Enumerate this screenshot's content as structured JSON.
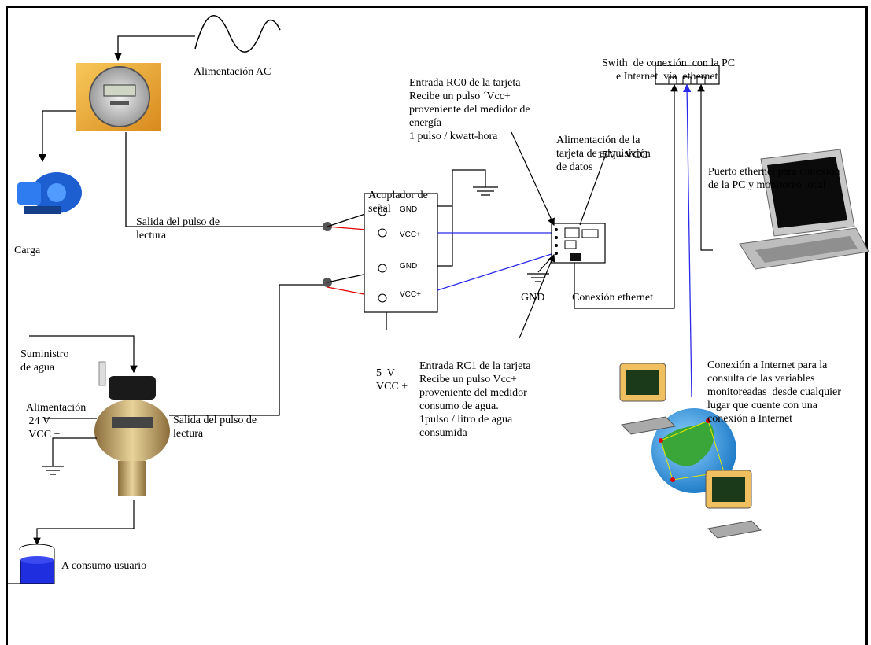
{
  "labels": {
    "ac_power": "Alimentación AC",
    "load": "Carga",
    "meter_pulse_output": [
      "Salida del pulso de",
      "lectura"
    ],
    "coupler_title": [
      "Acoplador de",
      "señal"
    ],
    "pin_gnd_1": "GND",
    "pin_vcc_1": "VCC+",
    "pin_gnd_2": "GND",
    "pin_vcc_2": "VCC+",
    "coupler_power": [
      "5  V",
      "VCC +"
    ],
    "rc0_input": [
      "Entrada RC0 de la tarjeta",
      "Recibe un pulso ´Vcc+",
      "proveniente del medidor de",
      "energía",
      "1 pulso / kwatt-hora"
    ],
    "board_power": [
      "Alimentación de la",
      "tarjeta de adquisición",
      "de datos"
    ],
    "board_voltage": "15V - VCC",
    "board_gnd": "GND",
    "ethernet_connection": "Conexión ethernet",
    "rc1_input": [
      "Entrada RC1 de la tarjeta",
      "Recibe un pulso Vcc+",
      "proveniente del medidor",
      "consumo de agua.",
      "1pulso / litro de agua",
      "consumida"
    ],
    "switch_label": [
      "Swith  de conexión  con la PC",
      "e Internet  vía  ethernet"
    ],
    "ethernet_port": [
      "Puerto ethernet para conexión",
      "de la PC y monitoreo local"
    ],
    "water_supply": [
      "Suministro",
      "de agua"
    ],
    "water_meter_power": [
      "Alimentación",
      " 24 V",
      " VCC +"
    ],
    "water_pulse_output": [
      "Salida del pulso de",
      "lectura"
    ],
    "user_consumption": "A consumo usuario",
    "internet_connection": [
      "Conexión a Internet para la",
      "consulta de las variables",
      "monitoreadas  desde cualquier",
      "lugar que cuente con una",
      "conexión a Internet"
    ]
  },
  "colors": {
    "signal_red": "#e00000",
    "signal_blue": "#2a2ae8",
    "line": "#000000"
  },
  "icons": [
    "energy-meter-icon",
    "water-pump-icon",
    "water-meter-icon",
    "laptop-icon",
    "globe-network-icon",
    "ground-icon",
    "water-tank-icon",
    "ac-wave-icon"
  ]
}
